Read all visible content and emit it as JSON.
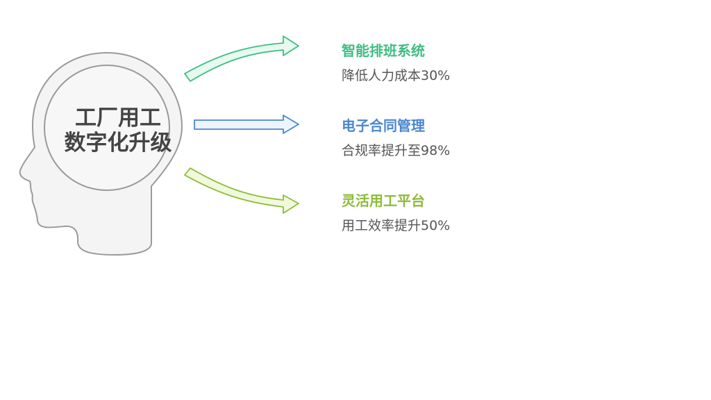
{
  "center": {
    "line1": "工厂用工",
    "line2": "数字化升级"
  },
  "items": [
    {
      "title": "智能排班系统",
      "description": "降低人力成本30%",
      "color": "#3fbd82",
      "fill": "#e6faef"
    },
    {
      "title": "电子合同管理",
      "description": "合规率提升至98%",
      "color": "#4a86cf",
      "fill": "#eef4fd"
    },
    {
      "title": "灵活用工平台",
      "description": "用工效率提升50%",
      "color": "#8dbb3a",
      "fill": "#f1f9dc"
    }
  ],
  "head": {
    "stroke": "#9a9a9a",
    "fill": "#f4f4f4"
  }
}
